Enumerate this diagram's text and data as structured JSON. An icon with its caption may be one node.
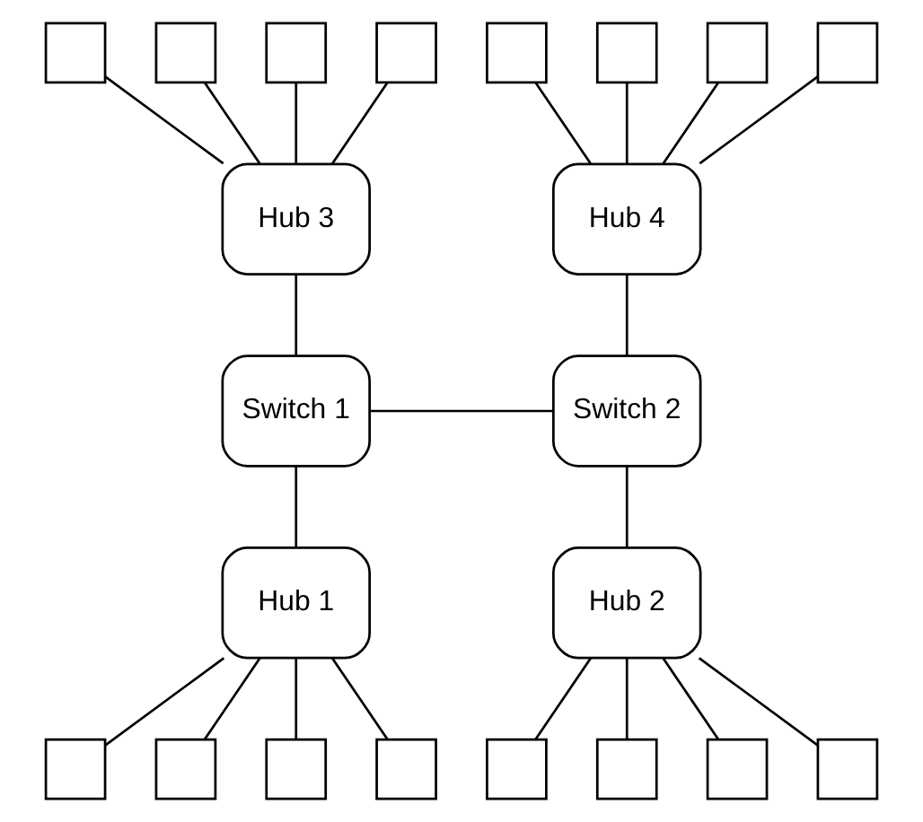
{
  "diagram": {
    "nodes": [
      {
        "text": [],
        "shape": "box"
      },
      {
        "text": [],
        "shape": "box"
      },
      {
        "text": [],
        "shape": "box"
      },
      {
        "text": [],
        "shape": "box"
      },
      {
        "text": [],
        "shape": "box"
      },
      {
        "text": [],
        "shape": "box"
      },
      {
        "text": [],
        "shape": "box"
      },
      {
        "text": [],
        "shape": "box"
      },
      {
        "text": [
          "Hub 3"
        ]
      },
      {
        "text": [
          "Hub 4"
        ]
      },
      {
        "text": [
          "Switch 1"
        ]
      },
      {
        "text": [
          "Switch 2"
        ]
      },
      {
        "text": [
          "Hub 1"
        ]
      },
      {
        "text": [
          "Hub 2"
        ]
      },
      {
        "text": [],
        "shape": "box"
      },
      {
        "text": [],
        "shape": "box"
      },
      {
        "text": [],
        "shape": "box"
      },
      {
        "text": [],
        "shape": "box"
      },
      {
        "text": [],
        "shape": "box"
      },
      {
        "text": [],
        "shape": "box"
      },
      {
        "text": [],
        "shape": "box"
      },
      {
        "text": [],
        "shape": "box"
      }
    ],
    "edges": [
      {
        "from": 0,
        "to": 8,
        "arrow": "none"
      },
      {
        "from": 1,
        "to": 8,
        "arrow": "none"
      },
      {
        "from": 2,
        "to": 8,
        "arrow": "none"
      },
      {
        "from": 3,
        "to": 8,
        "arrow": "none"
      },
      {
        "from": 4,
        "to": 9,
        "arrow": "none"
      },
      {
        "from": 5,
        "to": 9,
        "arrow": "none"
      },
      {
        "from": 6,
        "to": 9,
        "arrow": "none"
      },
      {
        "from": 7,
        "to": 9,
        "arrow": "none"
      },
      {
        "from": 8,
        "to": 10,
        "arrow": "none"
      },
      {
        "from": 9,
        "to": 11,
        "arrow": "none"
      },
      {
        "from": 10,
        "to": 11,
        "arrow": "none"
      },
      {
        "from": 10,
        "to": 12,
        "arrow": "none"
      },
      {
        "from": 11,
        "to": 13,
        "arrow": "none"
      },
      {
        "from": 12,
        "to": 14,
        "arrow": "none"
      },
      {
        "from": 12,
        "to": 15,
        "arrow": "none"
      },
      {
        "from": 12,
        "to": 16,
        "arrow": "none"
      },
      {
        "from": 12,
        "to": 17,
        "arrow": "none"
      },
      {
        "from": 13,
        "to": 18,
        "arrow": "none"
      },
      {
        "from": 13,
        "to": 19,
        "arrow": "none"
      },
      {
        "from": 13,
        "to": 20,
        "arrow": "none"
      },
      {
        "from": 13,
        "to": 21,
        "arrow": "none"
      }
    ]
  }
}
